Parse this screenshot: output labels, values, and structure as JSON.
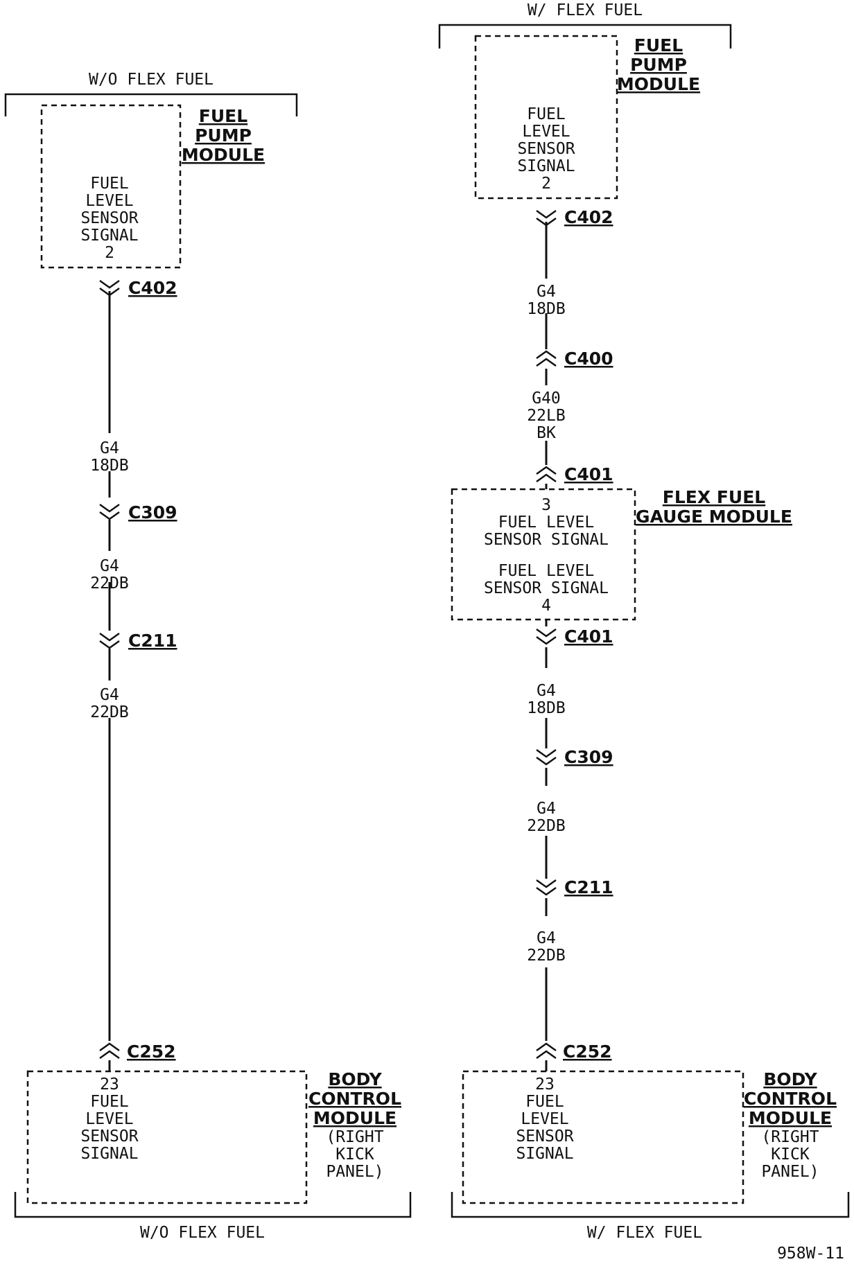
{
  "left": {
    "top_bracket": "W/O FLEX FUEL",
    "bottom_bracket": "W/O FLEX FUEL",
    "fuel_pump": {
      "name": [
        "FUEL",
        "PUMP",
        "MODULE"
      ],
      "pin_lines": [
        "FUEL",
        "LEVEL",
        "SENSOR",
        "SIGNAL",
        "2"
      ]
    },
    "wire_labels": [
      [
        "G4",
        "18DB"
      ],
      [
        "G4",
        "22DB"
      ],
      [
        "G4",
        "22DB"
      ]
    ],
    "connectors": [
      "C402",
      "C309",
      "C211",
      "C252"
    ],
    "bcm": {
      "name": [
        "BODY",
        "CONTROL",
        "MODULE"
      ],
      "location": [
        "(RIGHT",
        "KICK",
        "PANEL)"
      ],
      "pin_lines": [
        "23",
        "FUEL",
        "LEVEL",
        "SENSOR",
        "SIGNAL"
      ]
    }
  },
  "right": {
    "top_bracket": "W/ FLEX FUEL",
    "bottom_bracket": "W/ FLEX FUEL",
    "fuel_pump": {
      "name": [
        "FUEL",
        "PUMP",
        "MODULE"
      ],
      "pin_lines": [
        "FUEL",
        "LEVEL",
        "SENSOR",
        "SIGNAL",
        "2"
      ]
    },
    "wire_labels": [
      [
        "G4",
        "18DB"
      ],
      [
        "G40",
        "22LB",
        "BK"
      ],
      [
        "G4",
        "18DB"
      ],
      [
        "G4",
        "22DB"
      ],
      [
        "G4",
        "22DB"
      ]
    ],
    "connectors": [
      "C402",
      "C400",
      "C401",
      "C401",
      "C309",
      "C211",
      "C252"
    ],
    "gauge_module": {
      "name": [
        "FLEX FUEL",
        "GAUGE MODULE"
      ],
      "pin_lines": [
        "3",
        "FUEL LEVEL",
        "SENSOR SIGNAL",
        "FUEL LEVEL",
        "SENSOR SIGNAL",
        "4"
      ]
    },
    "bcm": {
      "name": [
        "BODY",
        "CONTROL",
        "MODULE"
      ],
      "location": [
        "(RIGHT",
        "KICK",
        "PANEL)"
      ],
      "pin_lines": [
        "23",
        "FUEL",
        "LEVEL",
        "SENSOR",
        "SIGNAL"
      ]
    }
  },
  "figure_id": "958W-11"
}
